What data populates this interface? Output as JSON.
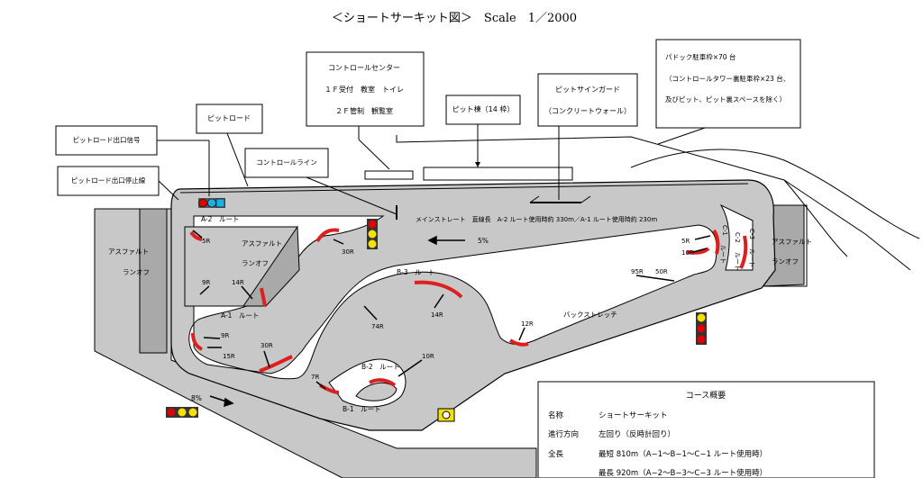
{
  "title": "＜ショートサーキット図＞　Scale　1／2000",
  "callouts": {
    "control_center": [
      "コントロールセンター",
      "１Ｆ受付　教室　トイレ",
      "２Ｆ管制　観覧室"
    ],
    "pit_road": "ピットロード",
    "pit_building": "ピット棟（14 枠）",
    "pit_sign_guard": [
      "ピットサインガード",
      "（コンクリートウォール）"
    ],
    "paddock": [
      "パドック駐車枠×70 台",
      "（コントロールタワー裏駐車枠×23 台、",
      "及びピット、ピット裏スペースを除く）"
    ],
    "pit_exit_signal": "ピットロード出口信号",
    "pit_exit_stop_line": "ピットロード出口停止線",
    "control_line": "コントロールライン"
  },
  "track": {
    "main_straight": "メインストレート　直線長　A-2 ルート使用時約 330m／A-1 ルート使用時約 230m",
    "slope_main": "5%",
    "slope_lower": "8%",
    "back_stretch": "バックストレッチ",
    "routes": {
      "a2": "A-2　ルート",
      "a1": "A-1　ルート",
      "b3": "B-3　ルート",
      "b2": "B-2　ルート",
      "b1": "B-1　ルート",
      "c1": "C-1",
      "c1_suffix": "ルート",
      "c2": "C-2",
      "c2_suffix": "ルート",
      "c3": "C-3",
      "c3_suffix": "ルート"
    },
    "runoff_left": [
      "アスファルト",
      "ランオフ"
    ],
    "runoff_infield": [
      "アスファルト",
      "ランオフ"
    ],
    "runoff_right": [
      "アスファルト",
      "ランオフ"
    ],
    "radii": {
      "r5_left": "5R",
      "r30_top": "30R",
      "r9_upper": "9R",
      "r14_left": "14R",
      "r9_lower": "9R",
      "r15": "15R",
      "r30_lower": "30R",
      "r74": "74R",
      "r14_mid": "14R",
      "r7": "7R",
      "r10_mid": "10R",
      "r12": "12R",
      "r95": "95R",
      "r50": "50R",
      "r5_right": "5R",
      "r10_right": "10R"
    }
  },
  "overview": {
    "heading": "コース概要",
    "rows": [
      {
        "label": "名称",
        "value": "ショートサーキット"
      },
      {
        "label": "進行方向",
        "value": "左回り（反時計回り）"
      },
      {
        "label": "全長",
        "value": "最短 810m（A−1〜B−1〜C−1 ルート使用時）"
      },
      {
        "label": "",
        "value": "最長 920m（A−2〜B−3〜C−3 ルート使用時）"
      }
    ]
  },
  "colors": {
    "track": "#c8c8c8",
    "runoff": "#a9a9a9",
    "curb": "#dd1f1f",
    "signal_red": "#e00000",
    "signal_yellow": "#f5e000",
    "signal_blue": "#1fb0e0"
  },
  "icons": [
    "traffic-signal-icon",
    "camera-icon",
    "arrow-icon"
  ]
}
